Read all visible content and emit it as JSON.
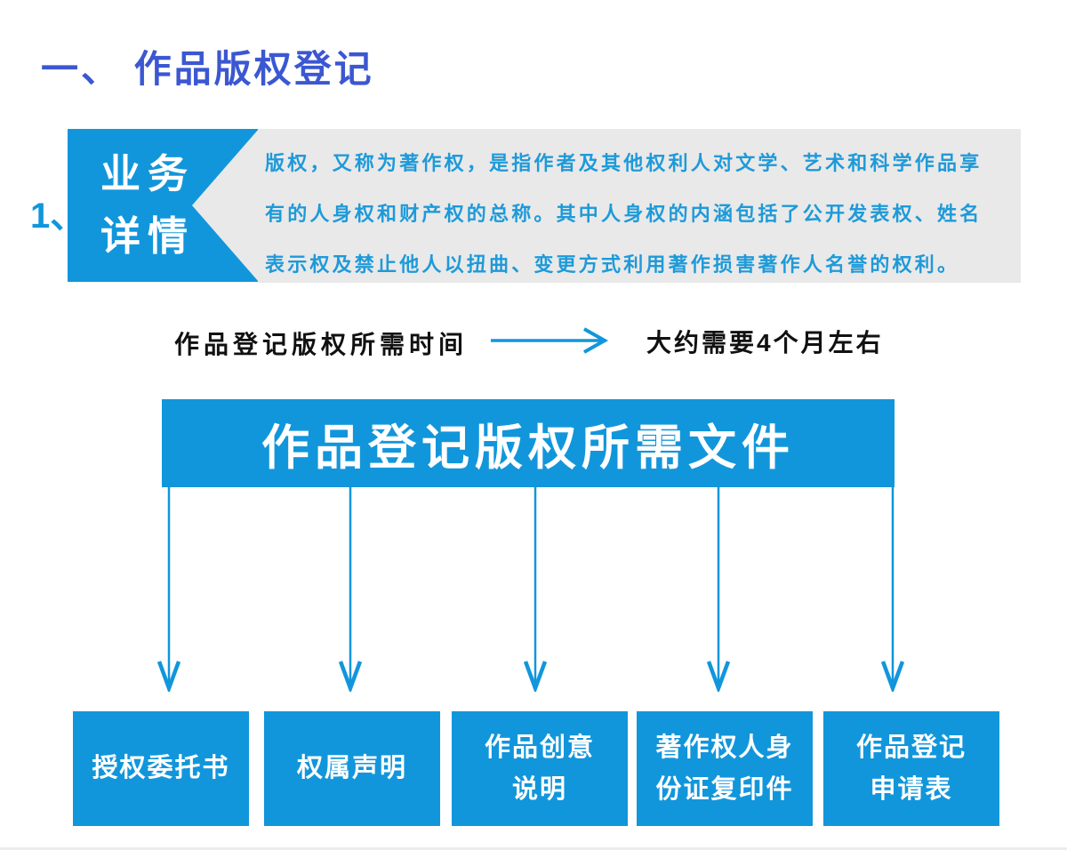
{
  "page": {
    "title": "一、 作品版权登记",
    "item_number": "1、"
  },
  "business": {
    "label_line1": "业务",
    "label_line2": "详情",
    "description": "版权，又称为著作权，是指作者及其他权利人对文学、艺术和科学作品享\n有的人身权和财产权的总称。其中人身权的内涵包括了公开发表权、姓名\n表示权及禁止他人以扭曲、变更方式利用著作损害著作人名誉的权利。"
  },
  "timeline": {
    "label": "作品登记版权所需时间",
    "value": "大约需要4个月左右"
  },
  "documents": {
    "heading": "作品登记版权所需文件",
    "items": [
      {
        "label": "授权委托书"
      },
      {
        "label": "权属声明"
      },
      {
        "label": "作品创意\n说明"
      },
      {
        "label": "著作权人身\n份证复印件"
      },
      {
        "label": "作品登记\n申请表"
      }
    ]
  },
  "colors": {
    "accent_blue": "#1296db",
    "title_blue": "#3b57d1",
    "paragraph_text_blue": "#1e9ad9",
    "panel_gray": "#e9e9e9"
  }
}
